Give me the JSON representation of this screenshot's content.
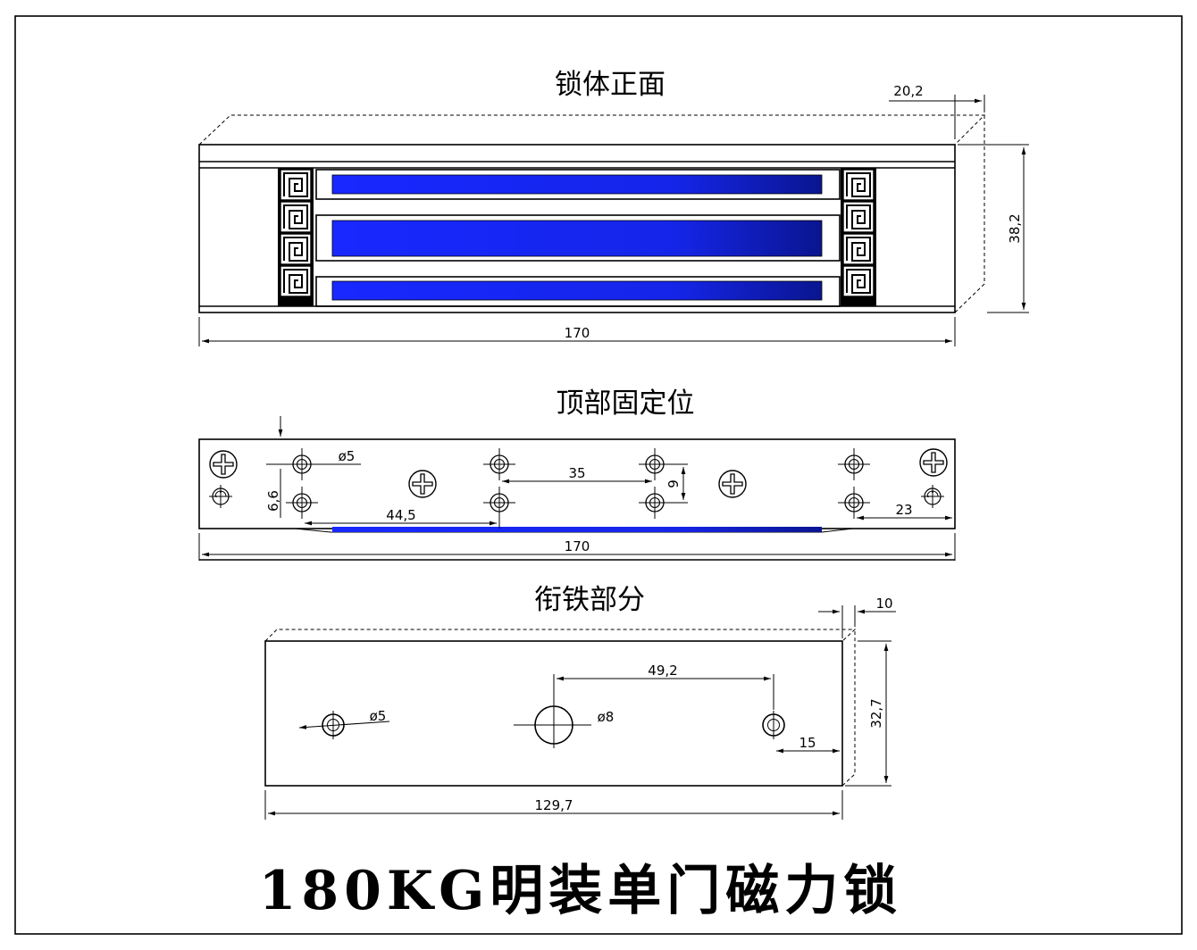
{
  "title": "180KG明装单门磁力锁",
  "views": {
    "front": {
      "title": "锁体正面",
      "dims": {
        "length": "170",
        "height": "38,2",
        "depth": "20,2"
      }
    },
    "top": {
      "title": "顶部固定位",
      "dims": {
        "hole": "ø5",
        "edge_offset": "6,6",
        "span_a": "44,5",
        "span_b": "35",
        "row_gap": "9",
        "end_offset": "23",
        "length": "170"
      }
    },
    "armature": {
      "title": "衔铁部分",
      "dims": {
        "small_hole": "ø5",
        "big_hole": "ø8",
        "span": "49,2",
        "end_offset": "15",
        "thickness": "10",
        "height": "32,7",
        "length": "129,7"
      }
    }
  },
  "colors": {
    "magnet_blue": "#1020ff",
    "line": "#000000"
  },
  "icons": [
    "phillips-screw-icon",
    "mounting-hole-icon",
    "greek-key-pattern-icon"
  ]
}
